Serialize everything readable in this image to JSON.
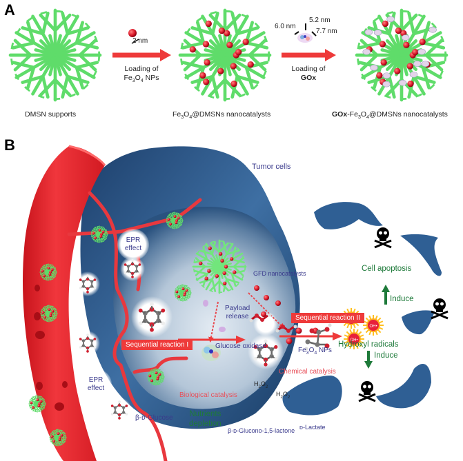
{
  "panel_a": {
    "label": "A",
    "structures": [
      {
        "caption": "DMSN supports"
      },
      {
        "caption_html_parts": [
          "Fe",
          "3",
          "O",
          "4",
          "@DMSNs nanocatalysts"
        ]
      },
      {
        "caption_prefix_bold": "GOx",
        "caption_parts": [
          "-Fe",
          "3",
          "O",
          "4",
          "@DMSNs nanocatalysts"
        ]
      }
    ],
    "step1": {
      "size_label": "2 nm",
      "line1": "Loading of",
      "line2_parts": [
        "Fe",
        "3",
        "O",
        "4",
        " NPs"
      ]
    },
    "step2": {
      "dim1": "6.0 nm",
      "dim2": "5.2 nm",
      "dim3": "7.7 nm",
      "line1": "Loading of",
      "line2": "GOx"
    }
  },
  "panel_b": {
    "label": "B",
    "tumor_cells": "Tumor cells",
    "epr_top": [
      "EPR",
      "effect"
    ],
    "epr_bottom": [
      "EPR",
      "effect"
    ],
    "gfd": "GFD nanocatalysts",
    "payload": [
      "Payload",
      "release"
    ],
    "glucose_oxidase": "Glucose oxidase",
    "seq1": "Sequential reaction I",
    "seq2": "Sequential reaction II",
    "biological_catalysis": "Biological catalysis",
    "chemical_catalysis": "Chemical catalysis",
    "beta_glucose": "β-ᴅ-Glucose",
    "nutrients": [
      "Nutrients",
      "depletion"
    ],
    "h2o2_parts": [
      "H",
      "2",
      "O",
      "2"
    ],
    "fe3o4_parts": [
      "Fe",
      "3",
      "O",
      "4",
      " NPs"
    ],
    "lactate": "ᴅ-Lactate",
    "gluconolactone": "β-ᴅ-Glucono-1,5-lactone",
    "oh_label": "OH•",
    "hydroxyl": "Hydroxyl radicals",
    "induce_up": "Induce",
    "induce_down": "Induce",
    "cell_apoptosis": "Cell apoptosis"
  },
  "colors": {
    "silica_green": "#5fdc6a",
    "np_red": "#e02030",
    "arrow_red": "#ee3a3a",
    "vessel_red": "#e8262c",
    "tumor_dark": "#1f4a7a",
    "tumor_light": "#b9c9d9",
    "label_blue": "#3a3a8c",
    "label_green": "#1e7a3a"
  }
}
